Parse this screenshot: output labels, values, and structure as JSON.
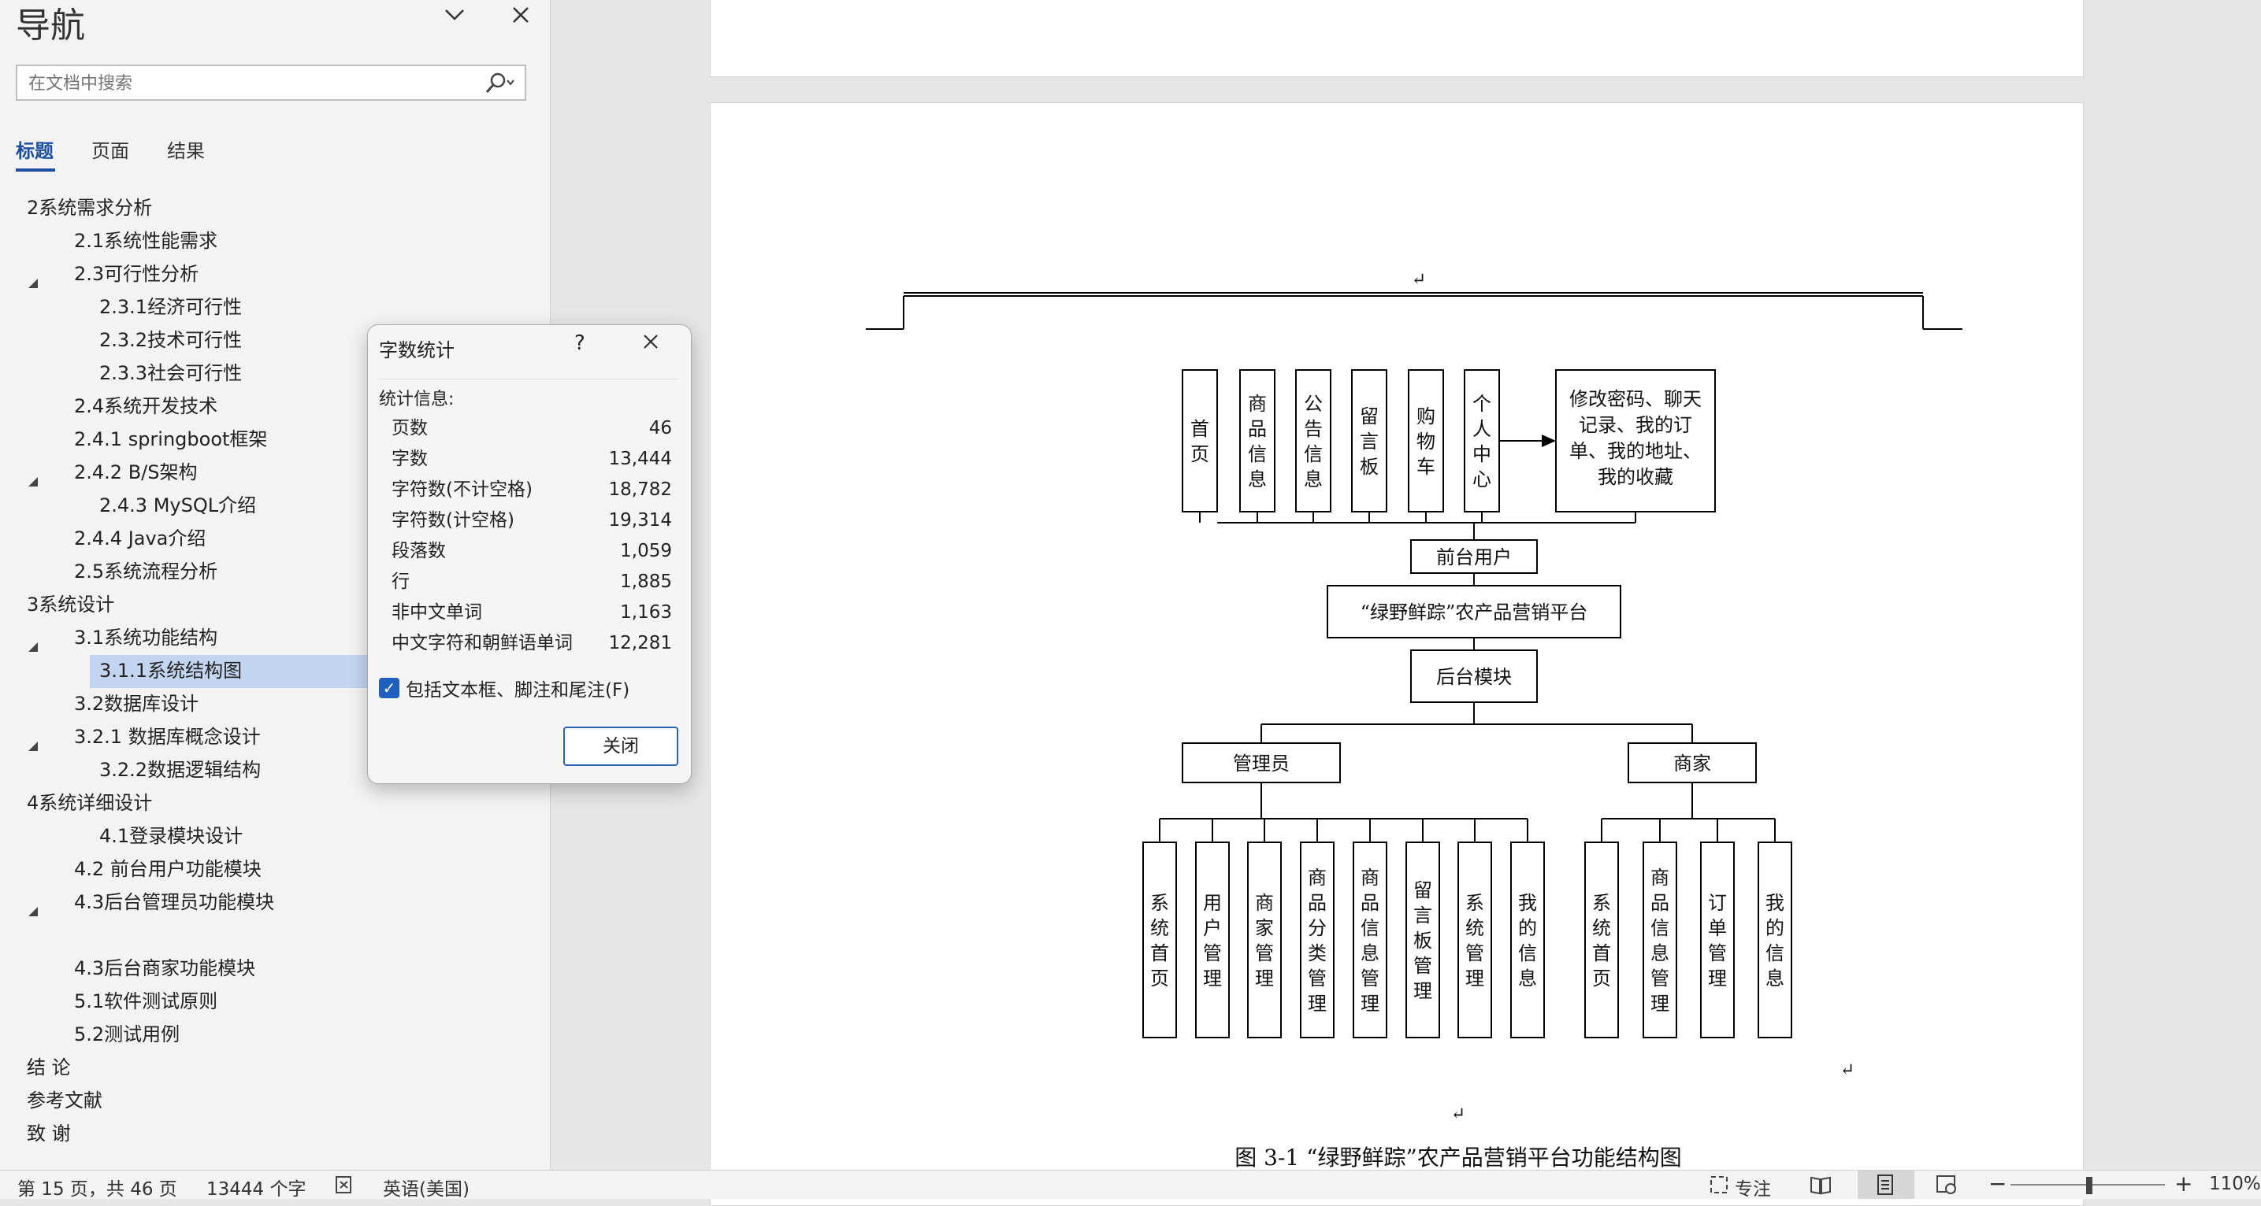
{
  "nav": {
    "title": "导航",
    "search_placeholder": "在文档中搜索",
    "tabs": [
      "标题",
      "页面",
      "结果"
    ],
    "tree": [
      {
        "label": "2系统需求分析",
        "level": 1,
        "expanded": true
      },
      {
        "label": "2.1系统性能需求",
        "level": 2,
        "expanded": false
      },
      {
        "label": "2.3可行性分析",
        "level": 2,
        "expanded": true
      },
      {
        "label": "2.3.1经济可行性",
        "level": 3,
        "expanded": false
      },
      {
        "label": "2.3.2技术可行性",
        "level": 3,
        "expanded": false
      },
      {
        "label": "2.3.3社会可行性",
        "level": 3,
        "expanded": false
      },
      {
        "label": "2.4系统开发技术",
        "level": 2,
        "expanded": false
      },
      {
        "label": "2.4.1 springboot框架",
        "level": 2,
        "expanded": false
      },
      {
        "label": "2.4.2 B/S架构",
        "level": 2,
        "expanded": true
      },
      {
        "label": "2.4.3 MySQL介绍",
        "level": 3,
        "expanded": false
      },
      {
        "label": "2.4.4 Java介绍",
        "level": 2,
        "expanded": false
      },
      {
        "label": "2.5系统流程分析",
        "level": 2,
        "expanded": false
      },
      {
        "label": "3系统设计",
        "level": 1,
        "expanded": true
      },
      {
        "label": "3.1系统功能结构",
        "level": 2,
        "expanded": true
      },
      {
        "label": "3.1.1系统结构图",
        "level": 3,
        "expanded": false,
        "selected": true
      },
      {
        "label": "3.2数据库设计",
        "level": 2,
        "expanded": false
      },
      {
        "label": "3.2.1 数据库概念设计",
        "level": 2,
        "expanded": true
      },
      {
        "label": "3.2.2数据逻辑结构",
        "level": 3,
        "expanded": false
      },
      {
        "label": "4系统详细设计",
        "level": 1,
        "expanded": true
      },
      {
        "label": "4.1登录模块设计",
        "level": 3,
        "expanded": false
      },
      {
        "label": "4.2 前台用户功能模块",
        "level": 2,
        "expanded": false
      },
      {
        "label": "4.3后台管理员功能模块",
        "level": 2,
        "expanded": true
      },
      {
        "label": "",
        "level": 2,
        "expanded": false
      },
      {
        "label": "4.3后台商家功能模块",
        "level": 2,
        "expanded": false
      },
      {
        "label": "5.1软件测试原则",
        "level": 2,
        "expanded": false
      },
      {
        "label": "5.2测试用例",
        "level": 2,
        "expanded": false
      },
      {
        "label": "结  论",
        "level": 1,
        "expanded": false
      },
      {
        "label": "参考文献",
        "level": 1,
        "expanded": false
      },
      {
        "label": "致  谢",
        "level": 1,
        "expanded": false
      }
    ]
  },
  "dialog": {
    "title": "字数统计",
    "help": "?",
    "stats_label": "统计信息:",
    "stats": [
      {
        "label": "页数",
        "value": "46"
      },
      {
        "label": "字数",
        "value": "13,444"
      },
      {
        "label": "字符数(不计空格)",
        "value": "18,782"
      },
      {
        "label": "字符数(计空格)",
        "value": "19,314"
      },
      {
        "label": "段落数",
        "value": "1,059"
      },
      {
        "label": "行",
        "value": "1,885"
      },
      {
        "label": "非中文单词",
        "value": "1,163"
      },
      {
        "label": "中文字符和朝鲜语单词",
        "value": "12,281"
      }
    ],
    "checkbox_label": "包括文本框、脚注和尾注(F)",
    "checkbox_checked": true,
    "close_button": "关闭"
  },
  "diagram": {
    "front_items": [
      "首页",
      "商品信息",
      "公告信息",
      "留言板",
      "购物车",
      "个人中心"
    ],
    "personal_detail": [
      "修改密码、聊天",
      "记录、我的订",
      "单、我的地址、",
      "我的收藏"
    ],
    "front_user": "前台用户",
    "platform": "“绿野鲜踪”农产品营销平台",
    "backend": "后台模块",
    "admin": "管理员",
    "merchant": "商家",
    "admin_items": [
      "系统首页",
      "用户管理",
      "商家管理",
      "商品分类管理",
      "商品信息管理",
      "留言板管理",
      "系统管理",
      "我的信息"
    ],
    "merchant_items": [
      "系统首页",
      "商品信息管理",
      "订单管理",
      "我的信息"
    ],
    "caption": "图 3-1  “绿野鲜踪”农产品营销平台功能结构图",
    "return_mark": "↵"
  },
  "status": {
    "page": "第 15 页，共 46 页",
    "words": "13444 个字",
    "language": "英语(美国)",
    "focus": "专注",
    "zoom": "110%",
    "zoom_level": 1.1
  }
}
